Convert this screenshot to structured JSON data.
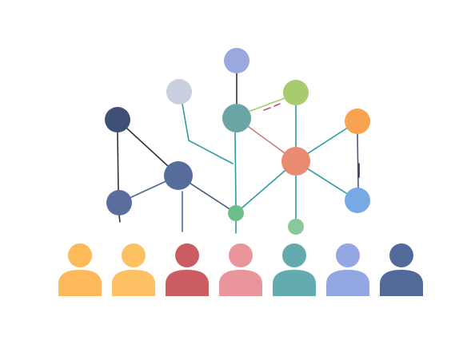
{
  "colors": {
    "background": "#ffffff"
  },
  "diagram": {
    "kind": "network-over-people",
    "nodes": [
      {
        "id": "n-top",
        "color": "#9ba8e0",
        "size": "medium"
      },
      {
        "id": "n-silver",
        "color": "#c8d0e0",
        "size": "medium"
      },
      {
        "id": "n-lime",
        "color": "#a8cb6e",
        "size": "medium"
      },
      {
        "id": "n-navy",
        "color": "#3f4f75",
        "size": "medium"
      },
      {
        "id": "n-teal-hub",
        "color": "#6aa5a6",
        "size": "large"
      },
      {
        "id": "n-orange",
        "color": "#f7a350",
        "size": "medium"
      },
      {
        "id": "n-salmon-hub",
        "color": "#ea8a70",
        "size": "large"
      },
      {
        "id": "n-blue-mid",
        "color": "#566c9b",
        "size": "large"
      },
      {
        "id": "n-blue-left",
        "color": "#5a6e9d",
        "size": "medium"
      },
      {
        "id": "n-green-small",
        "color": "#6abf8a",
        "size": "small"
      },
      {
        "id": "n-sky",
        "color": "#78a9e5",
        "size": "medium"
      },
      {
        "id": "n-mint-small",
        "color": "#88c89a",
        "size": "small"
      }
    ],
    "edges": [
      {
        "from": "n-top",
        "to": "n-teal-hub",
        "color": "#333333"
      },
      {
        "from": "n-teal-hub",
        "to": "n-lime",
        "color": "#a8cb6e"
      },
      {
        "from": "n-silver",
        "to": "n-teal-hub",
        "color": "#2f9aa0"
      },
      {
        "from": "n-teal-hub",
        "to": "n-green-small",
        "color": "#2f9aa0"
      },
      {
        "from": "n-teal-hub",
        "to": "n-salmon-hub",
        "color": "#d07a80"
      },
      {
        "from": "n-lime",
        "to": "n-salmon-hub",
        "color": "#2f9aa0"
      },
      {
        "from": "n-salmon-hub",
        "to": "n-orange",
        "color": "#2f9aa0"
      },
      {
        "from": "n-salmon-hub",
        "to": "n-sky",
        "color": "#2f9aa0"
      },
      {
        "from": "n-salmon-hub",
        "to": "n-green-small",
        "color": "#2f9aa0"
      },
      {
        "from": "n-salmon-hub",
        "to": "n-mint-small",
        "color": "#2f9aa0"
      },
      {
        "from": "n-orange",
        "to": "n-sky",
        "color": "#4a5a80"
      },
      {
        "from": "n-navy",
        "to": "n-blue-mid",
        "color": "#333333"
      },
      {
        "from": "n-navy",
        "to": "n-blue-left",
        "color": "#333333"
      },
      {
        "from": "n-blue-left",
        "to": "n-blue-mid",
        "color": "#4a6a90"
      },
      {
        "from": "n-blue-mid",
        "to": "n-green-small",
        "color": "#4a5a80"
      }
    ],
    "people": [
      {
        "id": "p1",
        "color": "#fdb95a"
      },
      {
        "id": "p2",
        "color": "#fdc163"
      },
      {
        "id": "p3",
        "color": "#cb5d62"
      },
      {
        "id": "p4",
        "color": "#e9959b"
      },
      {
        "id": "p5",
        "color": "#62abae"
      },
      {
        "id": "p6",
        "color": "#93a7e2"
      },
      {
        "id": "p7",
        "color": "#526a9a"
      }
    ]
  }
}
